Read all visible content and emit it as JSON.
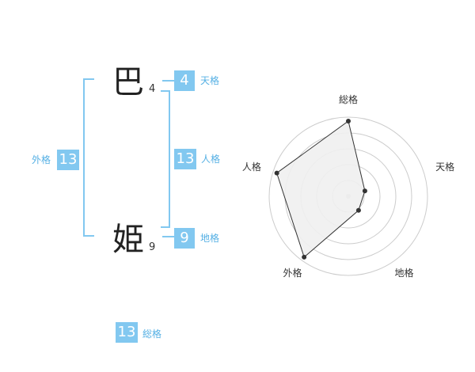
{
  "name": {
    "chars": [
      {
        "char": "巴",
        "strokes": "4"
      },
      {
        "char": "姫",
        "strokes": "9"
      }
    ]
  },
  "kakusu": {
    "tenkaku": {
      "label": "天格",
      "value": "4"
    },
    "jinkaku": {
      "label": "人格",
      "value": "13"
    },
    "chikaku": {
      "label": "地格",
      "value": "9"
    },
    "gaikaku": {
      "label": "外格",
      "value": "13"
    },
    "soukaku": {
      "label": "総格",
      "value": "13"
    }
  },
  "chart_data": {
    "type": "radar",
    "axes": [
      "総格",
      "天格",
      "地格",
      "外格",
      "人格"
    ],
    "values": [
      0.95,
      0.22,
      0.22,
      0.95,
      0.95
    ],
    "rings": 5,
    "colors": {
      "fill": "#f0f0f0",
      "stroke": "#333333",
      "grid": "#cccccc",
      "point": "#333333",
      "center": "#cccccc"
    }
  }
}
